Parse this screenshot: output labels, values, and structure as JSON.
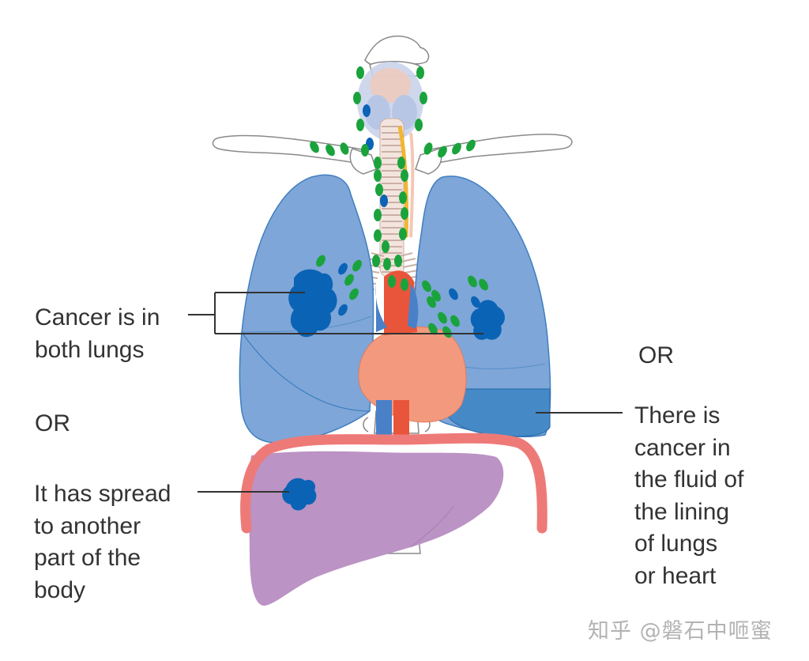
{
  "labels": {
    "both_lungs": "Cancer is in\nboth lungs",
    "or_left": "OR",
    "or_right": "OR",
    "spread": "It has spread\nto another\npart of the\nbody",
    "fluid": "There is\ncancer in\nthe fluid of\nthe lining\nof lungs\nor heart"
  },
  "watermark": "知乎 @磐石中咂蜜",
  "colors": {
    "lung": "#7ea6d8",
    "lung_edge": "#3f7fc0",
    "tumour": "#0b63b6",
    "lymph_node": "#1aa33c",
    "heart": "#f39a7e",
    "aorta": "#e8553a",
    "liver": "#bb93c4",
    "diaphragm": "#ee7a78",
    "fluid": "#4589c7",
    "leader_line": "#333333"
  }
}
